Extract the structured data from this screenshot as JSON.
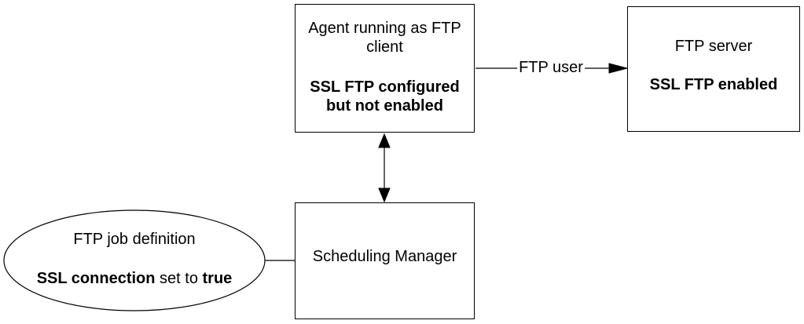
{
  "diagram": {
    "agent_box": {
      "title": "Agent running as FTP client",
      "status": "SSL FTP configured but not enabled"
    },
    "ftp_server_box": {
      "title": "FTP server",
      "status": "SSL FTP enabled"
    },
    "scheduling_manager_box": {
      "title": "Scheduling Manager"
    },
    "ftp_job_ellipse": {
      "title": "FTP job definition",
      "property_name": "SSL connection",
      "connecting_text": " set to ",
      "property_value": "true"
    },
    "connectors": {
      "agent_to_server_label": "FTP user"
    },
    "colors": {
      "background": "#ffffff",
      "line": "#000000",
      "text": "#000000"
    }
  }
}
